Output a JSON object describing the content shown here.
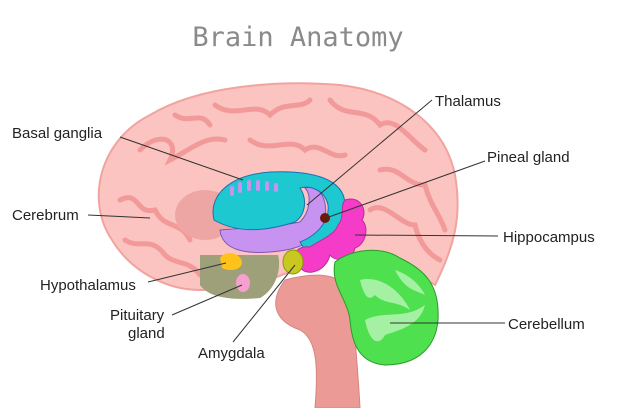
{
  "title": "Brain Anatomy",
  "labels": {
    "basal_ganglia": "Basal ganglia",
    "thalamus": "Thalamus",
    "pineal_gland": "Pineal gland",
    "cerebrum": "Cerebrum",
    "hippocampus": "Hippocampus",
    "hypothalamus": "Hypothalamus",
    "pituitary_line1": "Pituitary",
    "pituitary_line2": "gland",
    "amygdala": "Amygdala",
    "cerebellum": "Cerebellum"
  },
  "colors": {
    "cerebrum": "#fbc4c0",
    "basal_ganglia": "#1ec8d0",
    "thalamus": "#c792f0",
    "hippocampus": "#f53cc8",
    "cerebellum": "#4ee04e",
    "hypothalamus": "#ffc21a",
    "amygdala": "#c8c820",
    "pituitary": "#f7a0d0",
    "brainstem": "#eb9a96"
  }
}
